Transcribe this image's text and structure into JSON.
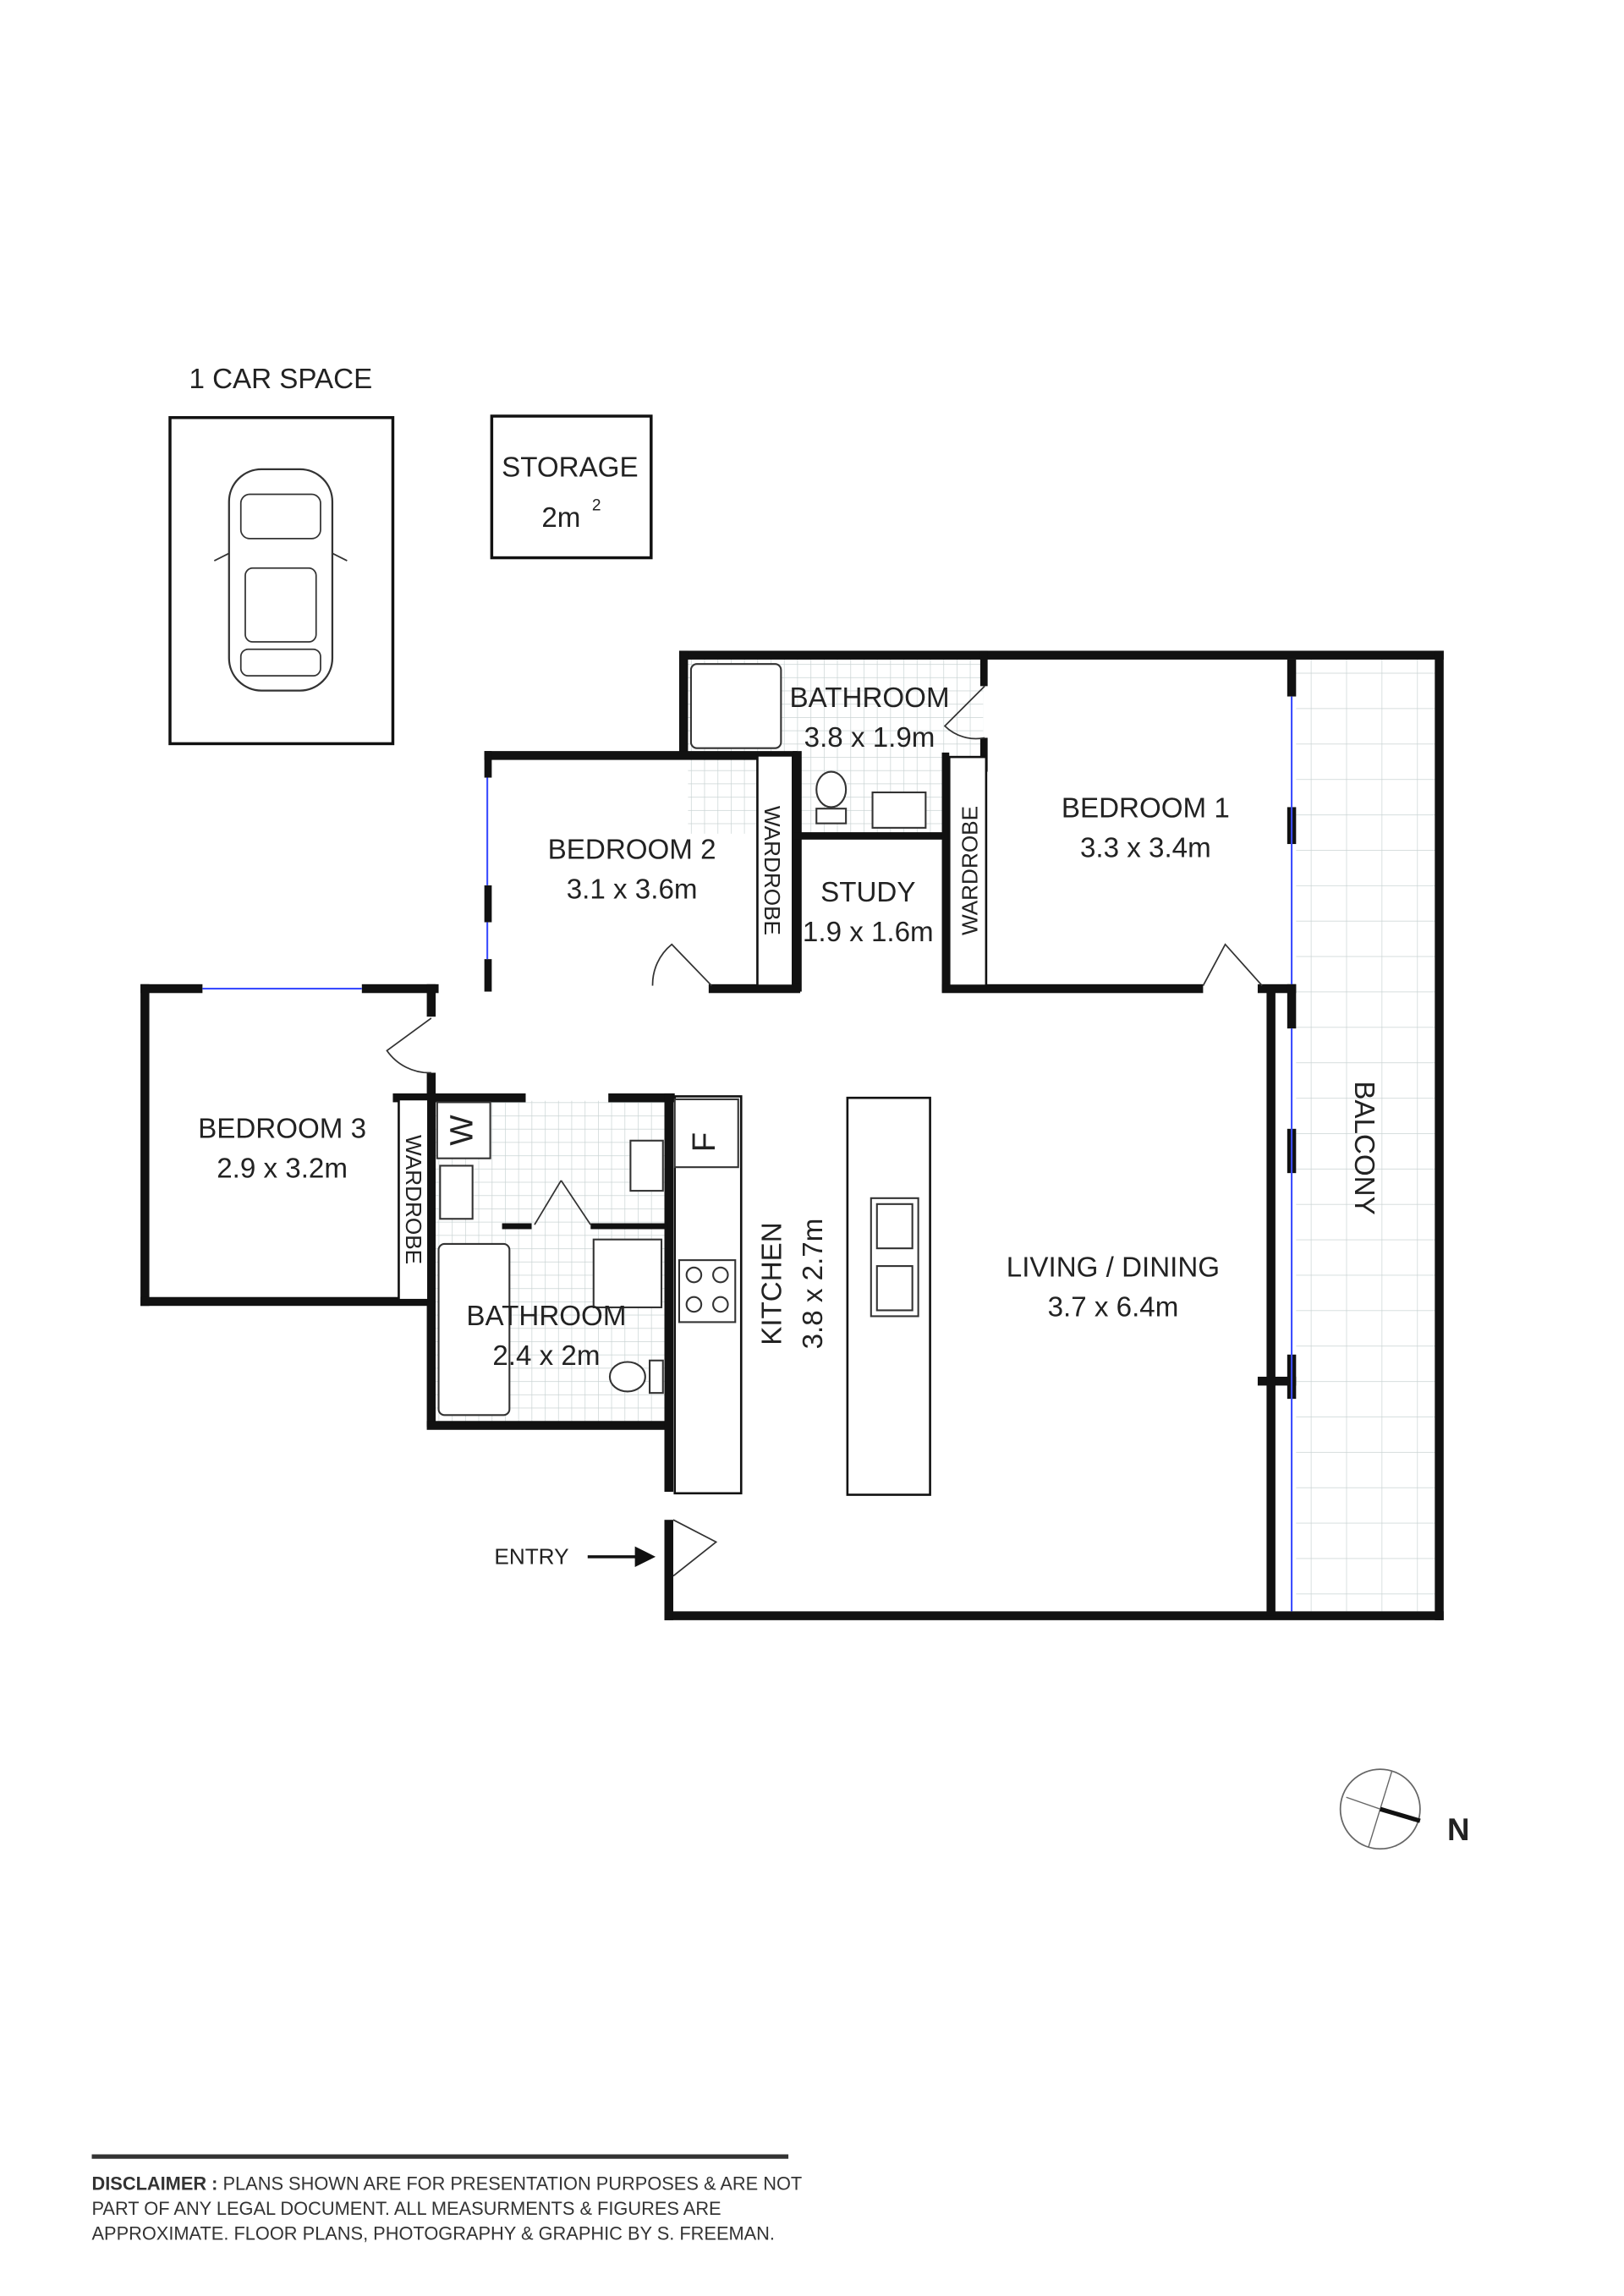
{
  "parking": {
    "label": "1 CAR SPACE"
  },
  "storage": {
    "label": "STORAGE",
    "size": "2m",
    "size_sup": "2"
  },
  "rooms": {
    "bathroom1": {
      "label": "BATHROOM",
      "size": "3.8 x 1.9m"
    },
    "bedroom1": {
      "label": "BEDROOM 1",
      "size": "3.3 x 3.4m"
    },
    "bedroom2": {
      "label": "BEDROOM 2",
      "size": "3.1 x 3.6m"
    },
    "study": {
      "label": "STUDY",
      "size": "1.9 x 1.6m"
    },
    "bedroom3": {
      "label": "BEDROOM 3",
      "size": "2.9 x 3.2m"
    },
    "bathroom2": {
      "label": "BATHROOM",
      "size": "2.4 x 2m"
    },
    "kitchen": {
      "label": "KITCHEN",
      "size": "3.8 x 2.7m"
    },
    "living": {
      "label": "LIVING / DINING",
      "size": "3.7 x 6.4m"
    },
    "balcony": {
      "label": "BALCONY"
    }
  },
  "wardrobe_label": "WARDROBE",
  "fridge_label": "F",
  "washer_label": "W",
  "entry_label": "ENTRY",
  "compass": {
    "label": "N"
  },
  "disclaimer": {
    "heading": "DISCLAIMER :",
    "line1": "PLANS SHOWN ARE FOR PRESENTATION PURPOSES & ARE NOT",
    "line2": "PART OF ANY LEGAL DOCUMENT. ALL MEASURMENTS & FIGURES ARE",
    "line3": "APPROXIMATE. FLOOR PLANS, PHOTOGRAPHY & GRAPHIC BY  S. FREEMAN."
  },
  "colors": {
    "wall": "#111111",
    "glass": "#3a4cff",
    "tile": "#c9d3d3"
  }
}
